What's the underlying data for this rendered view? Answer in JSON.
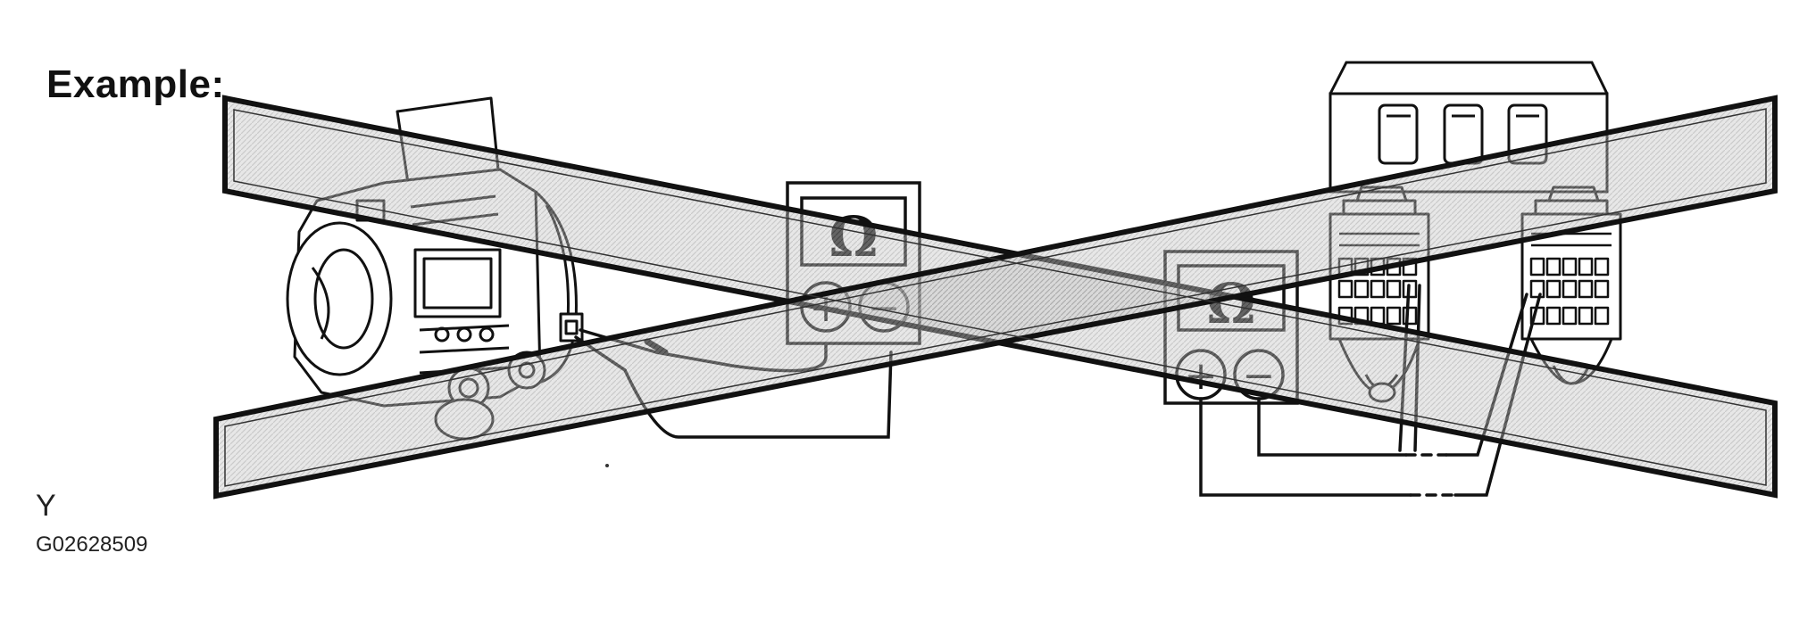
{
  "heading": "Example:",
  "corner_letter": "Y",
  "figure_code": "G02628509",
  "ohmmeter_symbol": "Ω",
  "ohmmeter_terminals": [
    "+",
    "−"
  ],
  "icons": {
    "ohmmeter": "ohmmeter-icon",
    "component": "actuator-component-icon",
    "connector": "wire-connector-icon",
    "cross_out": "cross-out-x-icon"
  },
  "colors": {
    "line": "#111111",
    "cross_band_fill": "#bdbdbd",
    "background": "#ffffff"
  }
}
